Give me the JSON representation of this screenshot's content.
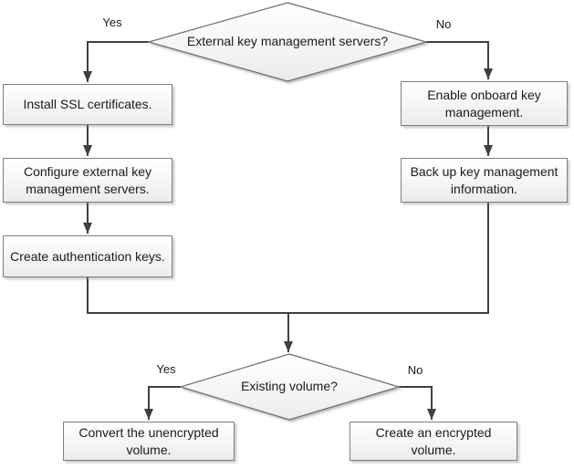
{
  "nodes": {
    "decision_external_kms": {
      "label": "External key management servers?"
    },
    "install_ssl": {
      "label": "Install SSL certificates."
    },
    "configure_external_kms": {
      "label": "Configure external key management servers."
    },
    "create_auth_keys": {
      "label": "Create authentication keys."
    },
    "enable_onboard_km": {
      "label": "Enable onboard key management."
    },
    "backup_km_info": {
      "label": "Back up key management information."
    },
    "decision_existing_volume": {
      "label": "Existing volume?"
    },
    "convert_unencrypted": {
      "label": "Convert the unencrypted volume."
    },
    "create_encrypted": {
      "label": "Create an encrypted volume."
    }
  },
  "branches": {
    "kms_yes": "Yes",
    "kms_no": "No",
    "volume_yes": "Yes",
    "volume_no": "No"
  },
  "colors": {
    "background": "#ffffff",
    "connector": "#404040",
    "node_border": "#7f7f7f",
    "node_fill_top": "#ffffff",
    "node_fill_bottom": "#ebebeb",
    "text": "#1a1a1a"
  }
}
